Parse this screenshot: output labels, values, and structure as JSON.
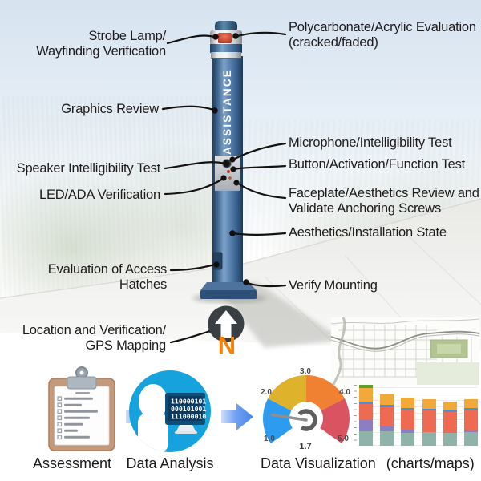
{
  "tower": {
    "label": "ASSISTANCE",
    "body_color": "#3a6191"
  },
  "north": {
    "letter": "N",
    "letter_color": "#f5820b"
  },
  "callouts": {
    "strobe": {
      "label": "Strobe Lamp/\nWayfinding Verification"
    },
    "polycarbonate": {
      "label": "Polycarbonate/Acrylic Evaluation\n(cracked/faded)"
    },
    "graphics": {
      "label": "Graphics Review"
    },
    "microphone": {
      "label": "Microphone/Intelligibility Test"
    },
    "speaker": {
      "label": "Speaker Intelligibility Test"
    },
    "button": {
      "label": "Button/Activation/Function Test"
    },
    "led": {
      "label": "LED/ADA Verification"
    },
    "faceplate": {
      "label": "Faceplate/Aesthetics Review and\nValidate Anchoring Screws"
    },
    "aesthetics": {
      "label": "Aesthetics/Installation State"
    },
    "hatches": {
      "label": "Evaluation of Access Hatches"
    },
    "mounting": {
      "label": "Verify Mounting"
    },
    "location": {
      "label": "Location and Verification/\nGPS Mapping"
    }
  },
  "workflow": {
    "step1_label": "Assessment",
    "step2_label": "Data Analysis",
    "step3_label": "Data Visualization",
    "step3_suffix": "(charts/maps)",
    "binary_lines": [
      "110000101",
      "000101001",
      "111000010"
    ],
    "arrow_color": "#4a85ec",
    "analysis_circle_color": "#16a3dd",
    "clipboard_color": "#c49a7c"
  },
  "chart_data": [
    {
      "type": "gauge",
      "min": 1.0,
      "max": 5.0,
      "value": 1.7,
      "value_label": "1.7",
      "tick_labels": [
        "1.0",
        "2.0",
        "3.0",
        "4.0",
        "5.0"
      ],
      "segments": [
        {
          "from": 1.0,
          "to": 2.0,
          "color": "#2d9bf0"
        },
        {
          "from": 2.0,
          "to": 3.0,
          "color": "#dfb22c"
        },
        {
          "from": 3.0,
          "to": 4.0,
          "color": "#f08132"
        },
        {
          "from": 4.0,
          "to": 5.0,
          "color": "#d95360"
        }
      ],
      "arc_span_degrees": 250
    },
    {
      "type": "bar",
      "stacked": true,
      "categories": [
        "",
        "",
        "",
        "",
        "",
        ""
      ],
      "series": [
        {
          "name": "teal",
          "color": "#8fb3a9",
          "values": [
            18,
            18,
            16,
            17,
            16,
            17
          ]
        },
        {
          "name": "purple",
          "color": "#8b7ec2",
          "values": [
            14,
            7,
            4,
            0,
            0,
            2
          ]
        },
        {
          "name": "salmon",
          "color": "#ee6a52",
          "values": [
            20,
            23,
            24,
            27,
            26,
            26
          ]
        },
        {
          "name": "blue",
          "color": "#4a90d9",
          "values": [
            3,
            3,
            3,
            2,
            2,
            2
          ]
        },
        {
          "name": "orange",
          "color": "#f3a93a",
          "values": [
            17,
            13,
            13,
            12,
            11,
            11
          ]
        },
        {
          "name": "green",
          "color": "#5f9e34",
          "values": [
            4,
            0,
            0,
            0,
            0,
            0
          ]
        }
      ],
      "ylim": [
        0,
        80
      ],
      "x_tick_labels_visible": false,
      "y_tick_marks_count": 10,
      "grid": true
    }
  ]
}
